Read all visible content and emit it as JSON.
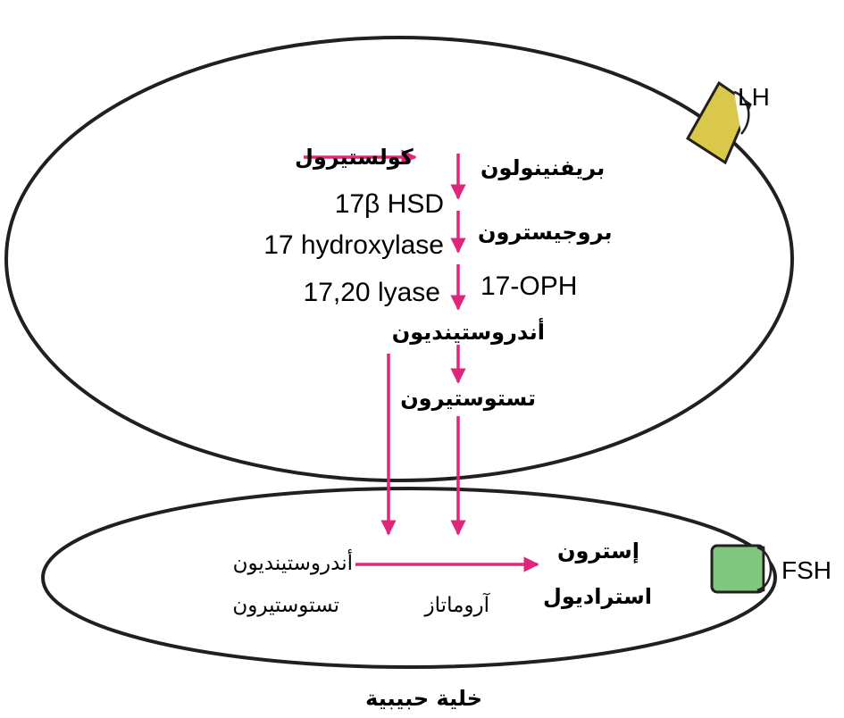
{
  "colors": {
    "arrow": "#e0267a",
    "outline": "#231f20",
    "lh_receptor": "#d9c84a",
    "fsh_receptor": "#7fc77f"
  },
  "hormones": {
    "lh": "LH",
    "fsh": "FSH"
  },
  "theca_cell": {
    "cholesterol": "كولستيرول",
    "pregnenolone": "بريفنينولون",
    "progesterone": "بروجيسترون",
    "ohp": "17-OPH",
    "androstenedione": "أندروستينديون",
    "testosterone": "تستوستيرون",
    "enzyme_17b_hsd": "17β HSD",
    "enzyme_17_hydroxylase": "17 hydroxylase",
    "enzyme_17_20_lyase": "17,20 lyase"
  },
  "granulosa_cell": {
    "androstenedione": "أندروستينديون",
    "testosterone": "تستوستيرون",
    "aromatase": "آروماتاز",
    "estrone": "إسترون",
    "estradiol": "استراديول",
    "caption": "خلية حبيبية"
  }
}
